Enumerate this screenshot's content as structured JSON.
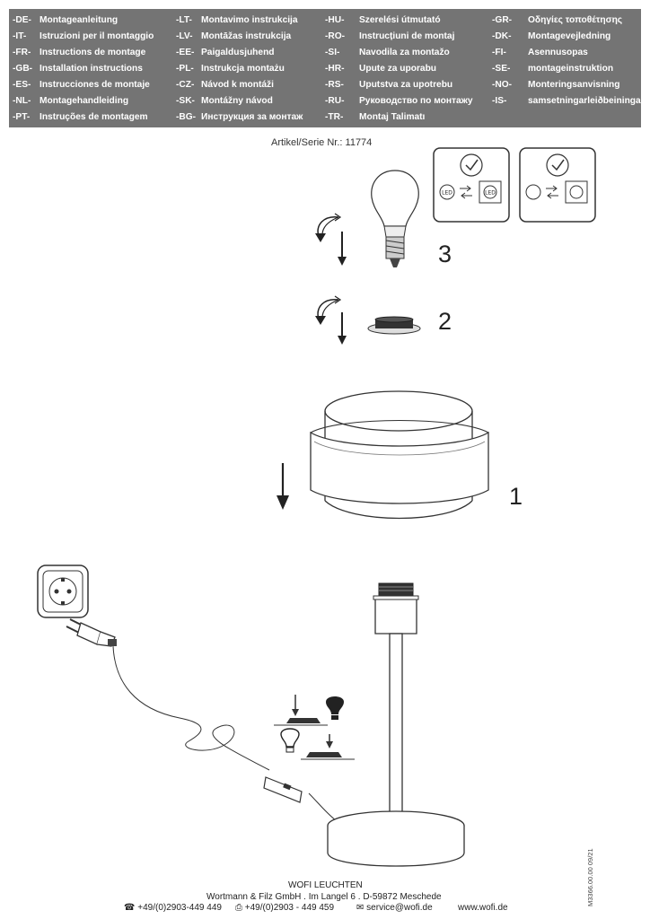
{
  "banner": {
    "rows": [
      [
        [
          "-DE-",
          "Montageanleitung"
        ],
        [
          "-LT-",
          "Montavimo instrukcija"
        ],
        [
          "-HU-",
          "Szerelési útmutató"
        ],
        [
          "-GR-",
          "Οδηγίες τοποθέτησης"
        ]
      ],
      [
        [
          "-IT-",
          "Istruzioni per il montaggio"
        ],
        [
          "-LV-",
          "Montāžas instrukcija"
        ],
        [
          "-RO-",
          "Instrucțiuni de montaj"
        ],
        [
          "-DK-",
          "Montagevejledning"
        ]
      ],
      [
        [
          "-FR-",
          "Instructions de montage"
        ],
        [
          "-EE-",
          "Paigaldusjuhend"
        ],
        [
          "-SI-",
          "Navodila za montažo"
        ],
        [
          "-FI-",
          "Asennusopas"
        ]
      ],
      [
        [
          "-GB-",
          "Installation instructions"
        ],
        [
          "-PL-",
          "Instrukcja montażu"
        ],
        [
          "-HR-",
          "Upute za uporabu"
        ],
        [
          "-SE-",
          "montageinstruktion"
        ]
      ],
      [
        [
          "-ES-",
          "Instrucciones de montaje"
        ],
        [
          "-CZ-",
          "Návod k montáži"
        ],
        [
          "-RS-",
          "Uputstva za upotrebu"
        ],
        [
          "-NO-",
          "Monteringsanvisning"
        ]
      ],
      [
        [
          "-NL-",
          "Montagehandleiding"
        ],
        [
          "-SK-",
          "Montážny návod"
        ],
        [
          "-RU-",
          "Руководство по монтажу"
        ],
        [
          "-IS-",
          "samsetningarleiðbeiningar"
        ]
      ],
      [
        [
          "-PT-",
          "Instruções de montagem"
        ],
        [
          "-BG-",
          "Инструкция за монтаж"
        ],
        [
          "-TR-",
          "Montaj Talimatı"
        ],
        [
          "",
          ""
        ]
      ]
    ]
  },
  "article": "Artikel/Serie Nr.: 11774",
  "steps": {
    "s3": "3",
    "s2": "2",
    "s1": "1"
  },
  "icons": {
    "led_label": "LED"
  },
  "footer": {
    "company": "WOFI LEUCHTEN",
    "address": "Wortmann & Filz GmbH . Im Langel 6 . D-59872 Meschede",
    "phone": "+49/(0)2903-449 449",
    "fax": "+49/(0)2903 - 449 459",
    "email": "service@wofi.de",
    "web": "www.wofi.de"
  },
  "doc_code": "M3366.00.00 09/21"
}
